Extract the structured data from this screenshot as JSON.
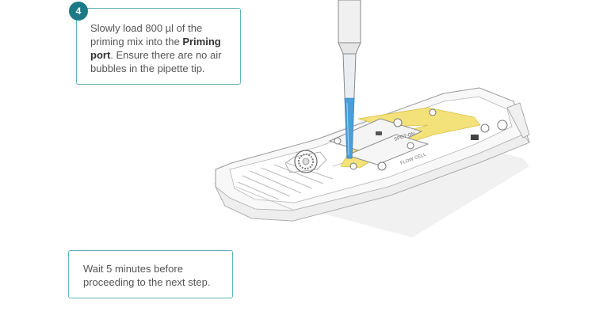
{
  "step": {
    "number": "4",
    "text_before": "Slowly load 800 µl of the priming mix into the ",
    "bold_term": "Priming port",
    "text_after": ". Ensure there are no air bubbles in the pipette tip."
  },
  "note": {
    "text": "Wait 5 minutes before proceeding to the next step."
  },
  "device_labels": {
    "label_1": "SPOT-ON",
    "label_2": "FLOW CELL"
  },
  "colors": {
    "accent": "#1c7a86",
    "border": "#5fb3ba",
    "liquid": "#4a9fd8",
    "channel": "#f3e27a"
  }
}
